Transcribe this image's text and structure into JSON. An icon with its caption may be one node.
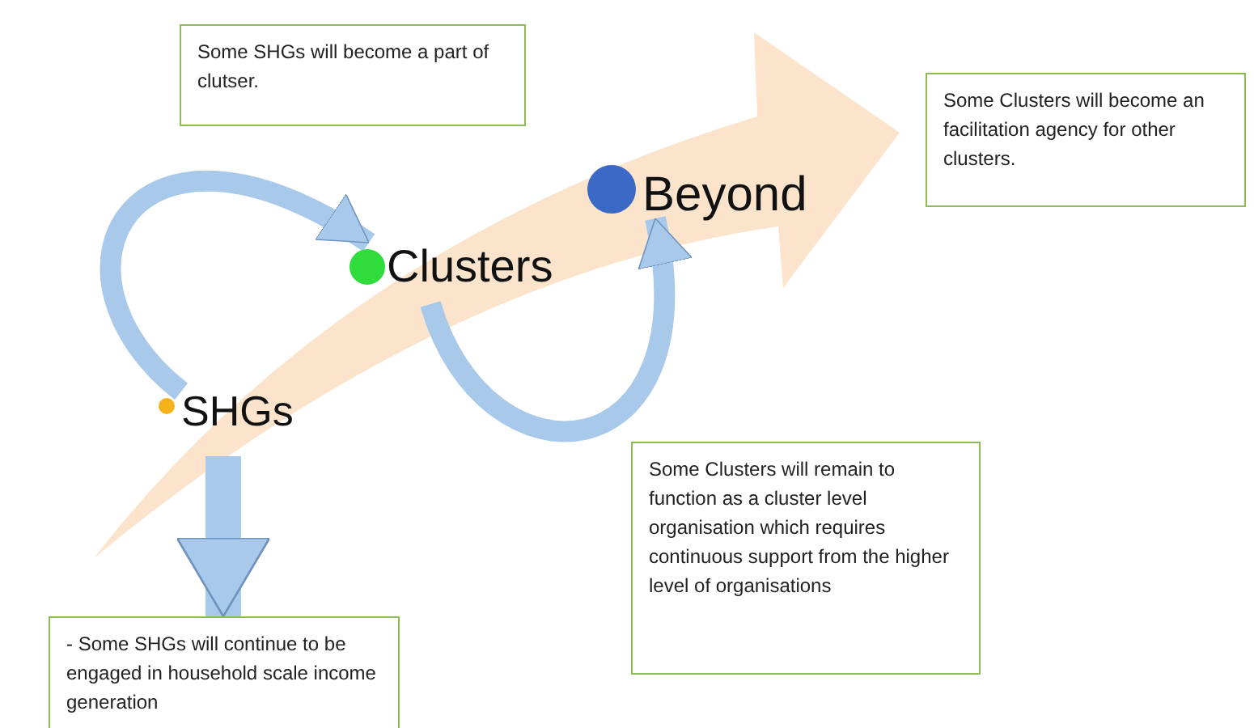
{
  "diagram": {
    "nodes": [
      {
        "text": [
          "Some SHGs will become a part of clutser."
        ]
      },
      {
        "text": [
          "Some Clusters will become an facilitation agency for other clusters."
        ]
      },
      {
        "text": [
          "Beyond"
        ]
      },
      {
        "text": [
          "Clusters"
        ]
      },
      {
        "text": [
          "SHGs"
        ]
      },
      {
        "text": [
          "Some Clusters will remain to function as a cluster level organisation which requires continuous support from the higher level of organisations"
        ]
      },
      {
        "text": [
          "- Some SHGs will continue to be engaged in household scale income generation"
        ]
      }
    ],
    "edges": [
      {
        "from": 4,
        "to": 3,
        "arrow": "to"
      },
      {
        "from": 3,
        "to": 2,
        "arrow": "to"
      },
      {
        "from": 4,
        "to": 6,
        "arrow": "to"
      }
    ]
  }
}
